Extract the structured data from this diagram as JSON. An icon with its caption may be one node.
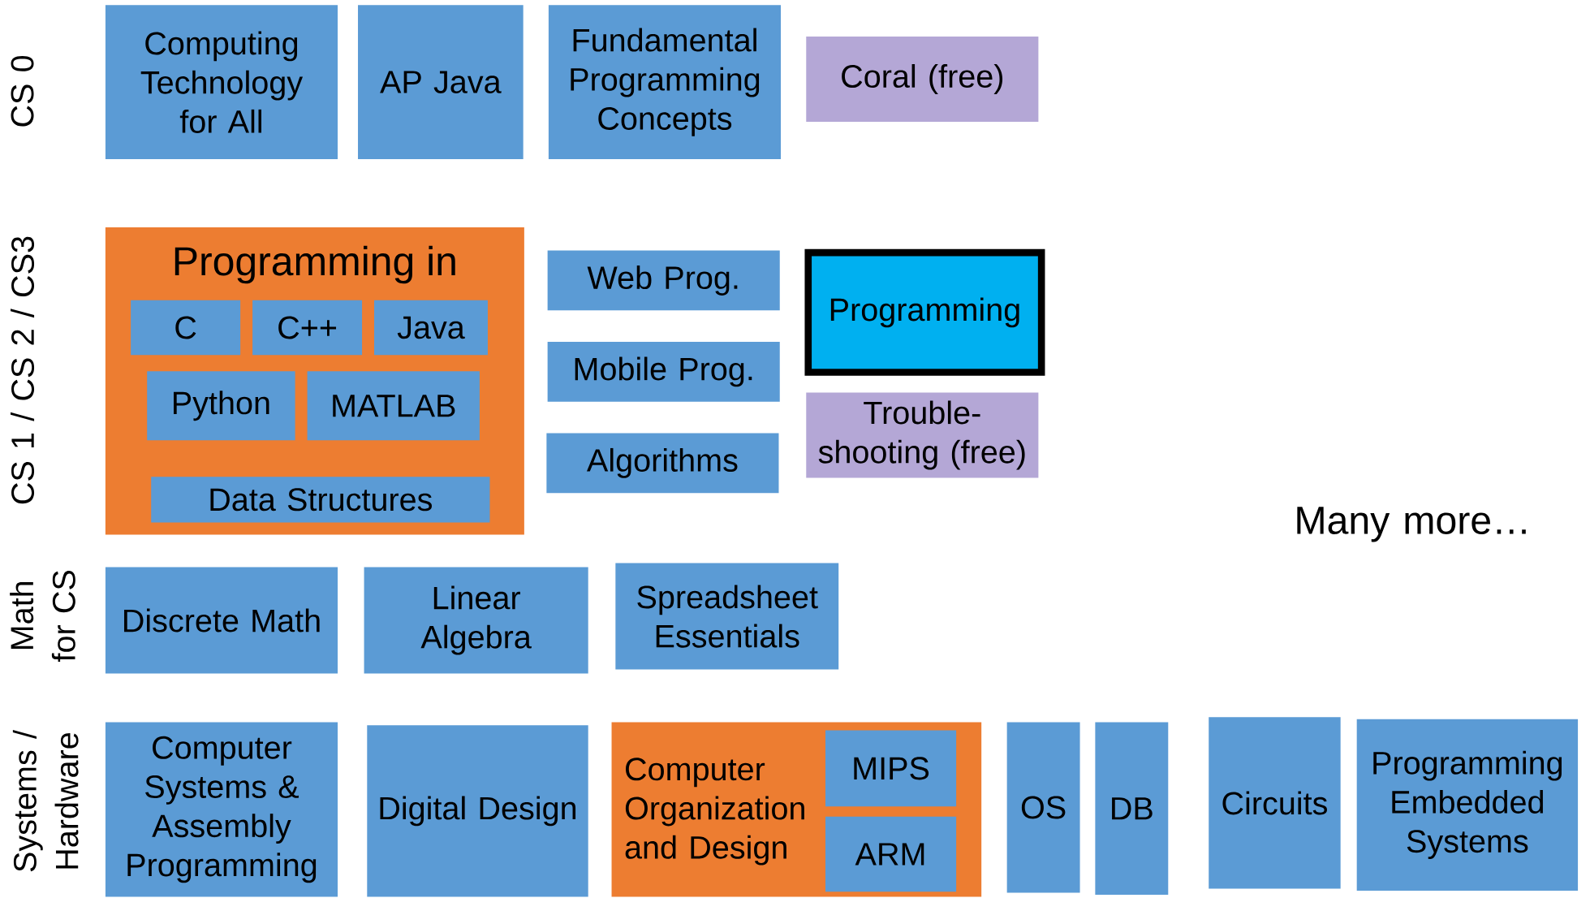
{
  "diagram": {
    "nodes": [
      {
        "text": [
          "Computing Technology for All"
        ]
      },
      {
        "text": [
          "AP Java"
        ]
      },
      {
        "text": [
          "Fundamental Programming Concepts"
        ]
      },
      {
        "text": [
          "Coral (free)"
        ]
      },
      {
        "text": [
          "Programming in"
        ]
      },
      {
        "text": [
          "C"
        ],
        "in": 4
      },
      {
        "text": [
          "C++"
        ],
        "in": 4
      },
      {
        "text": [
          "Java"
        ],
        "in": 4
      },
      {
        "text": [
          "Python"
        ],
        "in": 4
      },
      {
        "text": [
          "MATLAB"
        ],
        "in": 4
      },
      {
        "text": [
          "Data Structures"
        ],
        "in": 4
      },
      {
        "text": [
          "Web Prog."
        ]
      },
      {
        "text": [
          "Mobile Prog."
        ]
      },
      {
        "text": [
          "Algorithms"
        ]
      },
      {
        "text": [
          "Programming"
        ]
      },
      {
        "text": [
          "Trouble-shooting (free)"
        ]
      },
      {
        "text": [
          "Discrete Math"
        ]
      },
      {
        "text": [
          "Linear Algebra"
        ]
      },
      {
        "text": [
          "Spreadsheet Essentials"
        ]
      },
      {
        "text": [
          "Computer Systems & Assembly Programming"
        ]
      },
      {
        "text": [
          "Digital Design"
        ]
      },
      {
        "text": [
          "Computer Organization and Design"
        ]
      },
      {
        "text": [
          "MIPS"
        ],
        "in": 21
      },
      {
        "text": [
          "ARM"
        ],
        "in": 21
      },
      {
        "text": [
          "OS"
        ]
      },
      {
        "text": [
          "DB"
        ]
      },
      {
        "text": [
          "Circuits"
        ]
      },
      {
        "text": [
          "Programming Embedded Systems"
        ]
      }
    ],
    "labels": [
      "CS 0",
      "CS 1 / CS 2 / CS3",
      "Math for CS",
      "Systems / Hardware",
      "Many more…"
    ]
  }
}
